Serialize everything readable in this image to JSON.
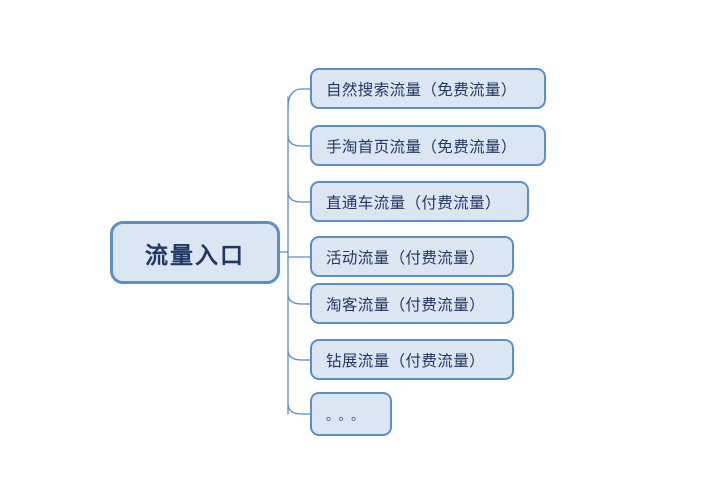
{
  "diagram": {
    "type": "mind-map",
    "background_color": "#ffffff",
    "node_fill_color": "#dce6f2",
    "node_border_color": "#5b8fc9",
    "text_color": "#1f3864",
    "connector_color": "#5b8fc9",
    "root": {
      "label": "流量入口"
    },
    "branches": [
      {
        "label": "自然搜索流量（免费流量）",
        "category": "免费流量"
      },
      {
        "label": "手淘首页流量（免费流量）",
        "category": "免费流量"
      },
      {
        "label": "直通车流量（付费流量）",
        "category": "付费流量"
      },
      {
        "label": "活动流量（付费流量）",
        "category": "付费流量"
      },
      {
        "label": "淘客流量（付费流量）",
        "category": "付费流量"
      },
      {
        "label": "钻展流量（付费流量）",
        "category": "付费流量"
      },
      {
        "label": "。。。",
        "category": ""
      }
    ]
  }
}
